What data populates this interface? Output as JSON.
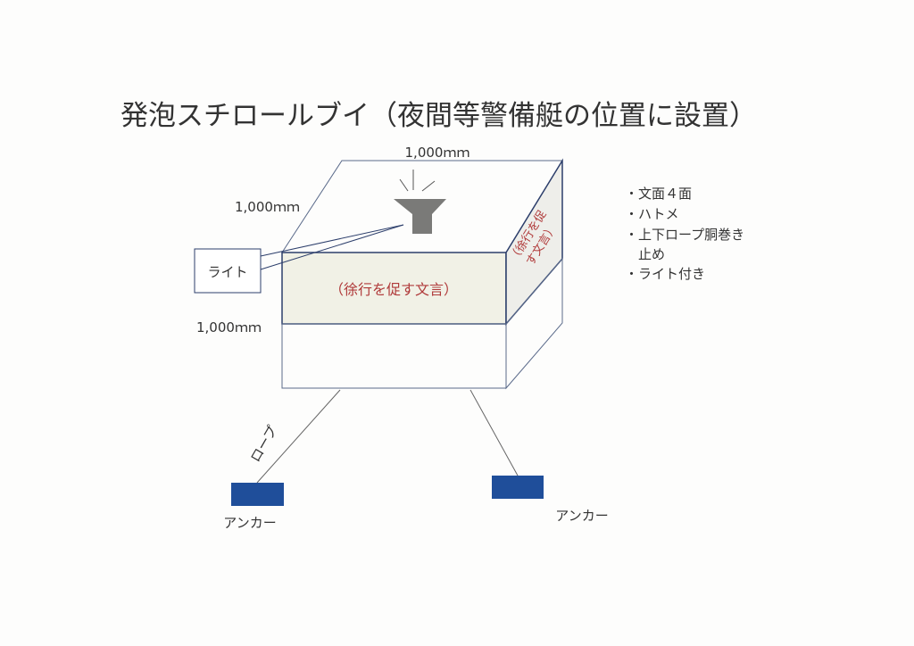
{
  "title": "発泡スチロールブイ（夜間等警備艇の位置に設置）",
  "dimensions": {
    "width": "1,000ｍｍ",
    "depth": "1,000ｍｍ",
    "height": "1,000ｍｍ"
  },
  "callout_light": "ライト",
  "front_text": "（徐行を促す文言）",
  "side_text_line1": "（徐行を促",
  "side_text_line2": "す文言）",
  "rope_label": "ロープ",
  "anchor_left": "アンカー",
  "anchor_right": "アンカー",
  "notes": [
    "・文面４面",
    "・ハトメ",
    "・上下ロープ胴巻き",
    "　止め",
    "・ライト付き"
  ],
  "colors": {
    "line": "#2c3e6b",
    "anchor": "#1f4e9a",
    "band": "#f1f1e6",
    "text_red": "#b03a3a",
    "lamp": "#7a7a78"
  }
}
